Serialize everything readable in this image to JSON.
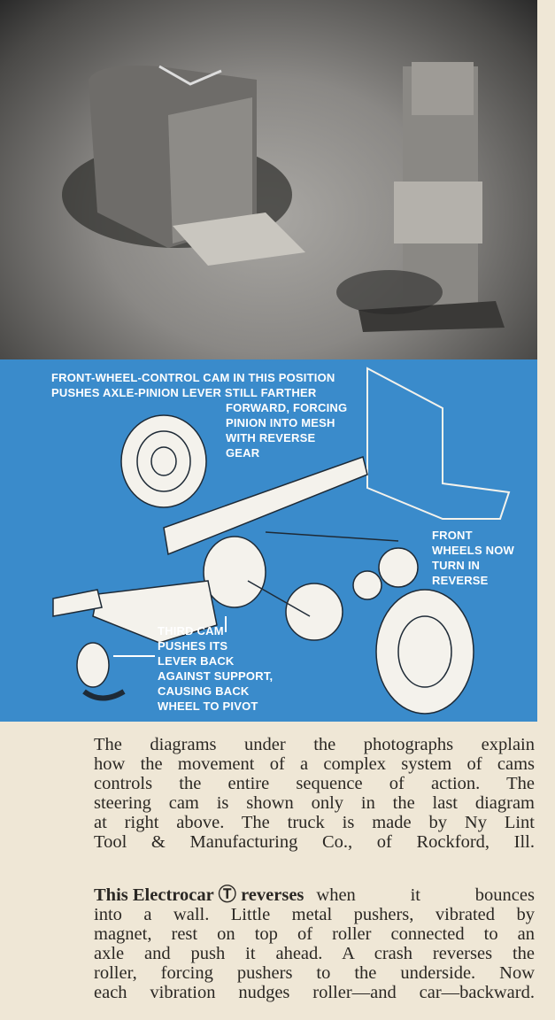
{
  "diagram": {
    "label_top": [
      "FRONT-WHEEL-CONTROL CAM IN THIS POSITION",
      "PUSHES AXLE-PINION LEVER STILL FARTHER"
    ],
    "label_mid": [
      "FORWARD, FORCING",
      "PINION INTO MESH",
      "WITH REVERSE",
      "GEAR"
    ],
    "label_right": [
      "FRONT",
      "WHEELS NOW",
      "TURN IN",
      "REVERSE"
    ],
    "label_bottom": [
      "THIRD CAM",
      "PUSHES ITS",
      "LEVER BACK",
      "AGAINST SUPPORT,",
      "CAUSING BACK",
      "WHEEL TO PIVOT"
    ]
  },
  "paragraph1": [
    "The diagrams under the photographs explain",
    "how the movement of a complex system of cams",
    "controls the entire sequence of action. The",
    "steering cam is shown only in the last diagram",
    "at right above. The truck is made by Ny Lint",
    "Tool & Manufacturing Co., of Rockford, Ill."
  ],
  "paragraph2": {
    "bold_lead": "This Electrocar Ⓣ reverses",
    "lines": [
      "when it bounces",
      "into a wall. Little metal pushers, vibrated by",
      "magnet, rest on top of roller connected to an",
      "axle and push it ahead. A crash reverses the",
      "roller, forcing pushers to the underside. Now",
      "each vibration nudges roller—and car—backward."
    ]
  }
}
